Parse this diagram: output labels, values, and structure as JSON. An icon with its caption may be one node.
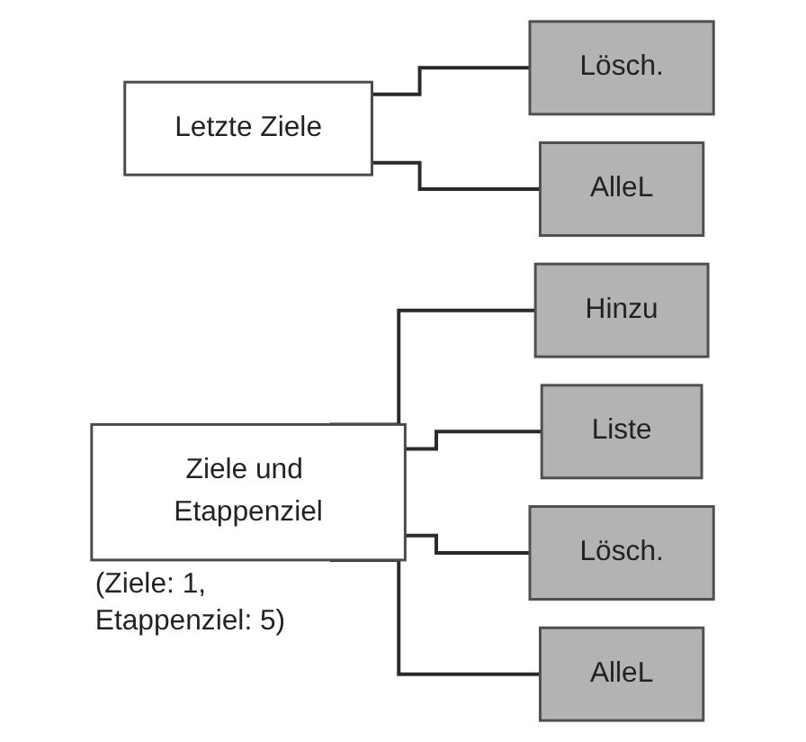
{
  "diagram": {
    "nodes": [
      {
        "text": [
          "Letzte Ziele"
        ]
      },
      {
        "text": [
          "Lösch."
        ]
      },
      {
        "text": [
          "AlleL"
        ]
      },
      {
        "text": [
          "Ziele und Etappenziel"
        ],
        "beside": [
          "(Ziele: 1, Etappenziel: 5)"
        ]
      },
      {
        "text": [
          "Hinzu"
        ]
      },
      {
        "text": [
          "Liste"
        ]
      },
      {
        "text": [
          "Lösch."
        ]
      },
      {
        "text": [
          "AlleL"
        ]
      }
    ],
    "edges": [
      {
        "from": 0,
        "to": 1,
        "arrow": "none"
      },
      {
        "from": 0,
        "to": 2,
        "arrow": "none"
      },
      {
        "from": 3,
        "to": 4,
        "arrow": "none"
      },
      {
        "from": 3,
        "to": 5,
        "arrow": "none"
      },
      {
        "from": 3,
        "to": 6,
        "arrow": "none"
      },
      {
        "from": 3,
        "to": 7,
        "arrow": "none"
      }
    ]
  }
}
